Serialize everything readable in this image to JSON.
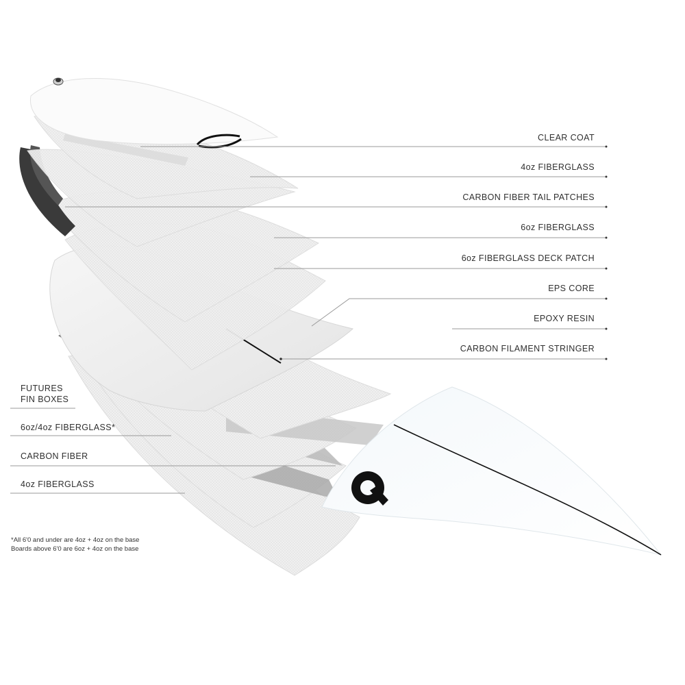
{
  "right_labels": [
    {
      "id": "clear-coat",
      "text": "CLEAR COAT"
    },
    {
      "id": "4oz-fiberglass-top",
      "text": "4oz FIBERGLASS"
    },
    {
      "id": "carbon-fiber-tail-patches",
      "text": "CARBON FIBER TAIL PATCHES"
    },
    {
      "id": "6oz-fiberglass",
      "text": "6oz FIBERGLASS"
    },
    {
      "id": "6oz-fiberglass-deck-patch",
      "text": "6oz FIBERGLASS DECK PATCH"
    },
    {
      "id": "eps-core",
      "text": "EPS CORE"
    },
    {
      "id": "epoxy-resin",
      "text": "EPOXY RESIN"
    },
    {
      "id": "carbon-filament-stringer",
      "text": "CARBON FILAMENT STRINGER"
    }
  ],
  "left_labels": [
    {
      "id": "futures-fin-boxes",
      "line1": "FUTURES",
      "line2": "FIN BOXES"
    },
    {
      "id": "6oz-4oz-fiberglass",
      "line1": "6oz/4oz FIBERGLASS*"
    },
    {
      "id": "carbon-fiber",
      "line1": "CARBON FIBER"
    },
    {
      "id": "4oz-fiberglass-bottom",
      "line1": "4oz FIBERGLASS"
    }
  ],
  "footnote": {
    "line1": "*All 6'0 and under are 4oz + 4oz on the base",
    "line2": "Boards above 6'0 are 6oz + 4oz on the base"
  },
  "colors": {
    "leader_line": "#9a9a9a",
    "carbon": "#3a3a3a",
    "fiberglass": "#ececec",
    "deck": "#f8fbfd",
    "logo": "#111111"
  },
  "icons": [
    "torq-logo-icon",
    "leash-plug-icon",
    "torq-script-logo-icon"
  ]
}
